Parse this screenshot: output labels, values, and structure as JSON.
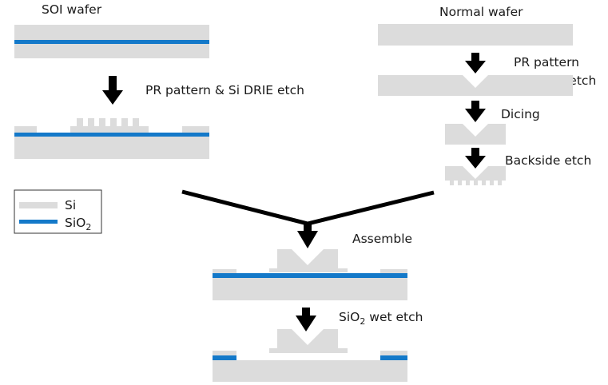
{
  "labels": {
    "soi_wafer": "SOI wafer",
    "normal_wafer": "Normal wafer",
    "soi_step": "PR pattern & Si DRIE etch",
    "normal_step_line1": "PR pattern",
    "normal_step_line2": "& Si wet etch",
    "dicing": "Dicing",
    "backside_etch": "Backside etch",
    "assemble": "Assemble",
    "final_step_prefix": "SiO",
    "final_step_sub": "2",
    "final_step_suffix": " wet etch"
  },
  "legend": {
    "si_label": "Si",
    "sio2_prefix": "SiO",
    "sio2_sub": "2"
  },
  "colors": {
    "si": "#dcdcdc",
    "sio2": "#1479c9",
    "arrow": "#000000",
    "text": "#1a1a1a"
  }
}
